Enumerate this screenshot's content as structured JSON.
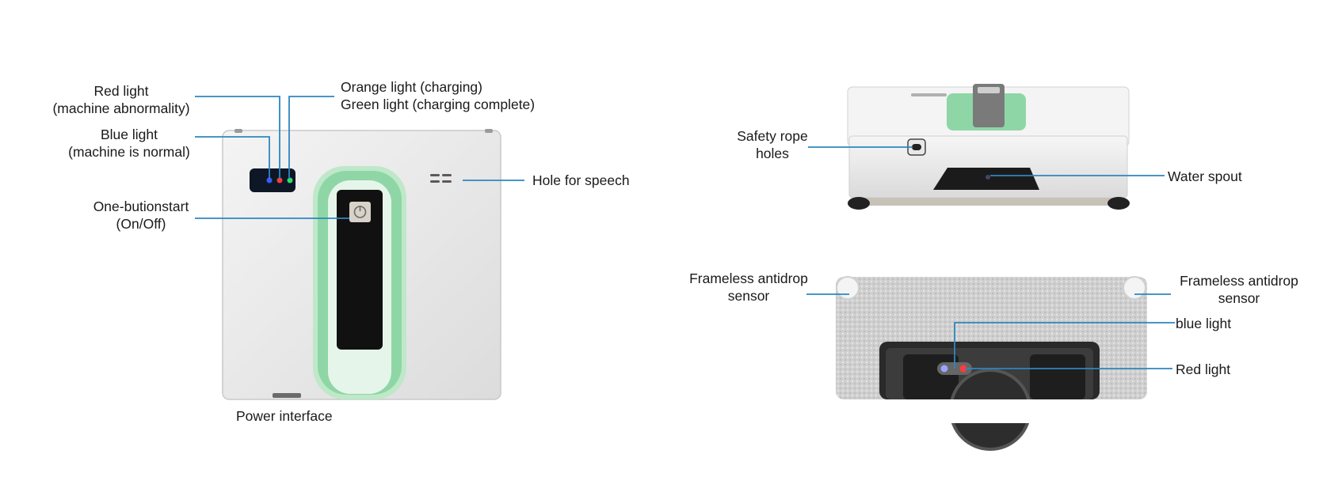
{
  "front_view": {
    "red_light": [
      "Red light",
      "(machine abnormality)"
    ],
    "blue_light": [
      "Blue light",
      "(machine is normal)"
    ],
    "charging_light": [
      "Orange light (charging)",
      "Green light (charging complete)"
    ],
    "power_button": [
      "One-butionstart",
      "(On/Off)"
    ],
    "speaker": "Hole for speech",
    "power_port": "Power interface"
  },
  "side_view": {
    "rope_holes": [
      "Safety rope",
      "holes"
    ],
    "water_spout": "Water spout"
  },
  "bottom_view": {
    "left_sensor": [
      "Frameless antidrop",
      "sensor"
    ],
    "right_sensor": [
      "Frameless antidrop",
      "sensor"
    ],
    "blue_light": "blue light",
    "red_light": "Red light"
  },
  "colors": {
    "leader_line": "#2e86c1",
    "device_body": "#efefef",
    "green_accent": "#8fd6a6",
    "blue_led": "#3a5bff",
    "red_led": "#ff3b3b",
    "green_led": "#33dd66"
  }
}
